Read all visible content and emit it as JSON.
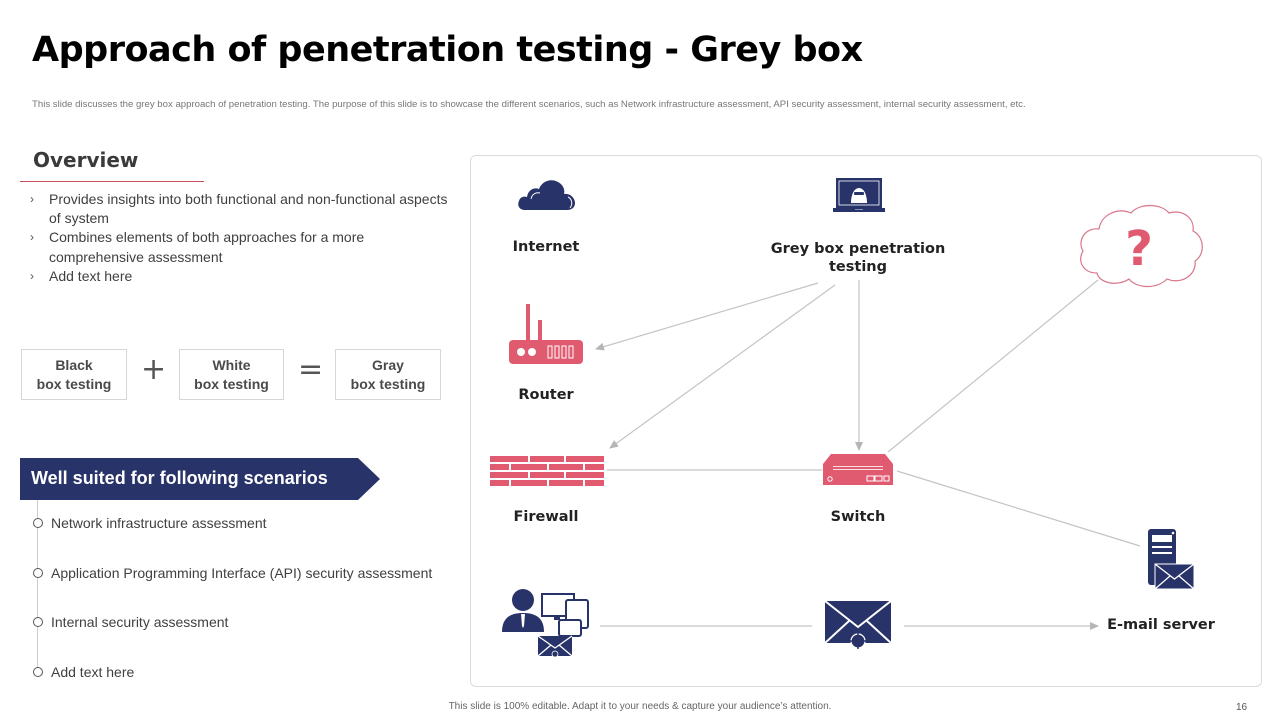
{
  "header": {
    "title": "Approach of penetration testing - Grey box",
    "subtitle": "This slide discusses the grey box approach of penetration testing. The purpose of this slide is to showcase the different scenarios, such as Network infrastructure assessment, API security assessment, internal security assessment, etc."
  },
  "overview": {
    "heading": "Overview",
    "bullet_glyph": "›",
    "items": [
      "Provides insights into both  functional and non-functional aspects of system",
      "Combines elements of both approaches for a more comprehensive assessment",
      "Add text here"
    ]
  },
  "equation": {
    "box1": [
      "Black",
      "box testing"
    ],
    "operator1": "+",
    "box2": [
      "White",
      "box testing"
    ],
    "operator2": "=",
    "box3": [
      "Gray",
      "box testing"
    ]
  },
  "scenarios": {
    "heading": "Well suited for following scenarios",
    "items": [
      "Network infrastructure assessment",
      "Application Programming Interface (API) security assessment",
      "Internal security assessment",
      "Add text here"
    ]
  },
  "diagram": {
    "nodes": {
      "internet": {
        "label": "Internet",
        "icon": "cloud-icon"
      },
      "tester": {
        "label_line1": "Grey box penetration",
        "label_line2": "testing",
        "icon": "hacker-laptop-icon"
      },
      "unknown": {
        "label": "?",
        "icon": "question-cloud-icon"
      },
      "router": {
        "label": "Router",
        "icon": "router-icon"
      },
      "firewall": {
        "label": "Firewall",
        "icon": "firewall-icon"
      },
      "switch": {
        "label": "Switch",
        "icon": "switch-icon"
      },
      "email_server": {
        "label": "E-mail server",
        "icon": "mail-server-icon"
      },
      "user": {
        "icon": "user-devices-icon"
      },
      "phishing_mail": {
        "icon": "malware-mail-icon"
      }
    },
    "edges": [
      {
        "from": "tester",
        "to": "router",
        "arrow": true
      },
      {
        "from": "tester",
        "to": "firewall",
        "arrow": true
      },
      {
        "from": "tester",
        "to": "switch",
        "arrow": true
      },
      {
        "from": "unknown",
        "to": "switch",
        "arrow": false
      },
      {
        "from": "firewall",
        "to": "switch",
        "arrow": false
      },
      {
        "from": "switch",
        "to": "email_server",
        "arrow": false
      },
      {
        "from": "user",
        "to": "phishing_mail",
        "arrow": false
      },
      {
        "from": "phishing_mail",
        "to": "email_server",
        "arrow": true
      }
    ]
  },
  "colors": {
    "navy": "#283369",
    "pink": "#e05a70",
    "divider": "#c9505f"
  },
  "footer": {
    "note": "This slide is 100% editable. Adapt it to your needs & capture your audience’s attention.",
    "page_number": "16"
  }
}
